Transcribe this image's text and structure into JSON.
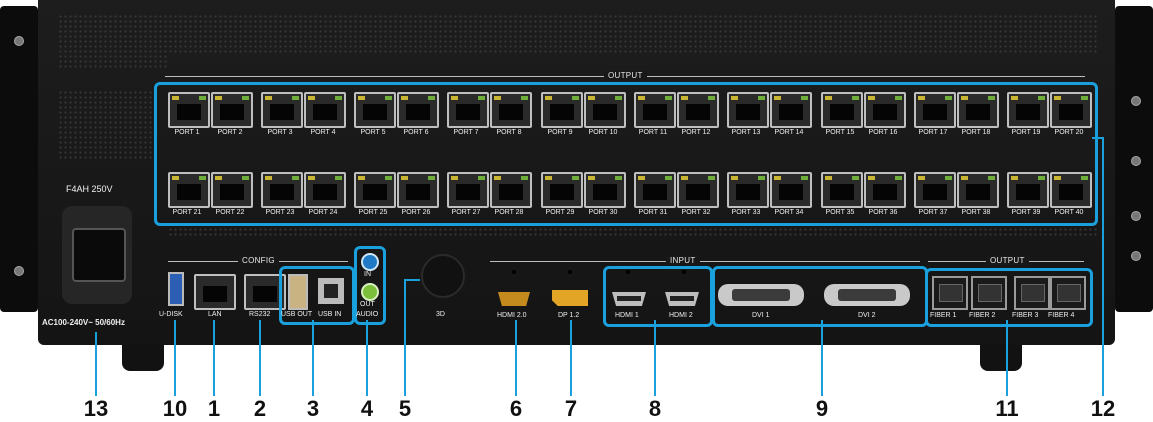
{
  "labels": {
    "output": "OUTPUT",
    "config": "CONFIG",
    "input": "INPUT",
    "fiber_output": "OUTPUT",
    "fuse": "F4AH 250V",
    "power": "AC100-240V~   50/60Hz"
  },
  "ports_top": [
    "PORT 1",
    "PORT 2",
    "PORT 3",
    "PORT 4",
    "PORT 5",
    "PORT 6",
    "PORT 7",
    "PORT 8",
    "PORT 9",
    "PORT 10",
    "PORT 11",
    "PORT 12",
    "PORT 13",
    "PORT 14",
    "PORT 15",
    "PORT 16",
    "PORT 17",
    "PORT 18",
    "PORT 19",
    "PORT 20"
  ],
  "ports_bottom": [
    "PORT 21",
    "PORT 22",
    "PORT 23",
    "PORT 24",
    "PORT 25",
    "PORT 26",
    "PORT 27",
    "PORT 28",
    "PORT 29",
    "PORT 30",
    "PORT 31",
    "PORT 32",
    "PORT 33",
    "PORT 34",
    "PORT 35",
    "PORT 36",
    "PORT 37",
    "PORT 38",
    "PORT 39",
    "PORT 40"
  ],
  "config_ports": {
    "udisk": "U-DISK",
    "lan": "LAN",
    "rs232": "RS232",
    "usb_out": "USB OUT",
    "usb_in": "USB IN",
    "audio_in": "IN",
    "audio_out": "OUT",
    "audio": "AUDIO",
    "three_d": "3D"
  },
  "input_ports": {
    "hdmi20": "HDMI 2.0",
    "dp12": "DP 1.2",
    "hdmi1": "HDMI 1",
    "hdmi2": "HDMI 2",
    "dvi1": "DVI 1",
    "dvi2": "DVI 2"
  },
  "fiber_ports": [
    "FIBER 1",
    "FIBER 2",
    "FIBER 3",
    "FIBER 4"
  ],
  "callouts": [
    "13",
    "10",
    "1",
    "2",
    "3",
    "4",
    "5",
    "6",
    "7",
    "8",
    "9",
    "11",
    "12"
  ],
  "colors": {
    "accent": "#1aa0dc",
    "chassis": "#181818"
  }
}
